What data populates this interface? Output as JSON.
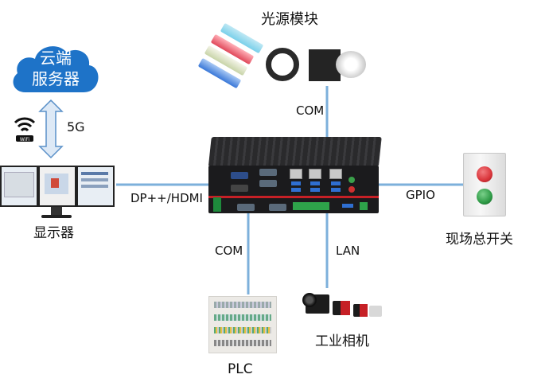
{
  "labels": {
    "cloud": [
      "云端",
      "服务器"
    ],
    "light_module": "光源模块",
    "com_top": "COM",
    "link_5g": "5G",
    "dp_hdmi": "DP++/HDMI",
    "gpio": "GPIO",
    "monitor": "显示器",
    "com_bottom": "COM",
    "lan": "LAN",
    "master_switch": "现场总开关",
    "industrial_camera": "工业相机",
    "plc": "PLC"
  },
  "icons": {
    "cloud": "cloud-icon",
    "wifi": "wifi-icon",
    "arrow": "double-arrow-icon",
    "ipc": "industrial-pc-icon",
    "monitors": "monitor-icon",
    "light": "light-module-icon",
    "switch": "switch-box-icon",
    "plc": "plc-cabinet-icon",
    "camera": "camera-icon"
  },
  "colors": {
    "cloud": "#1e73c8",
    "line": "#7db0db",
    "arrow_fill": "#dde9f6",
    "arrow_stroke": "#5a90c8",
    "ipc_body": "#1b1b1d",
    "accent_red": "#c62026",
    "btn_red": "#d9343a",
    "btn_green": "#2e9a46"
  }
}
